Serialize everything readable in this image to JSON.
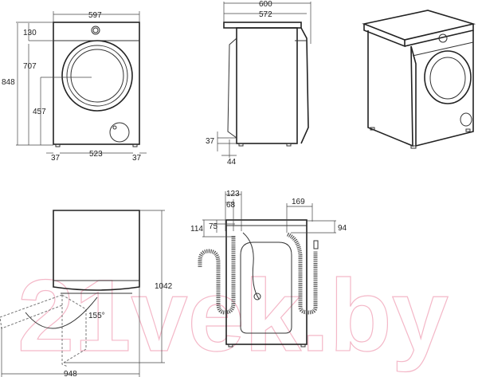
{
  "figure": {
    "type": "washing machine dimension drawing",
    "units": "mm",
    "watermark": "21vek.by",
    "watermark_color": "#f4b8c8"
  },
  "front_view": {
    "width": "597",
    "height_total": "848",
    "top_panel": "130",
    "door_top": "707",
    "door_center": "457",
    "feet_span": "523",
    "foot_left_offset": "37",
    "foot_right_offset": "37"
  },
  "side_view": {
    "depth_total": "600",
    "depth_body": "572",
    "foot_height": "37",
    "foot_offset": "44"
  },
  "top_view": {
    "depth_door_open": "948",
    "height_door_open": "1042",
    "door_angle": "155°"
  },
  "rear_view": {
    "inlet_offset_a": "123",
    "inlet_offset_b": "68",
    "drain_offset": "169",
    "inlet_height_a": "114",
    "inlet_height_b": "75",
    "drain_height": "94"
  }
}
